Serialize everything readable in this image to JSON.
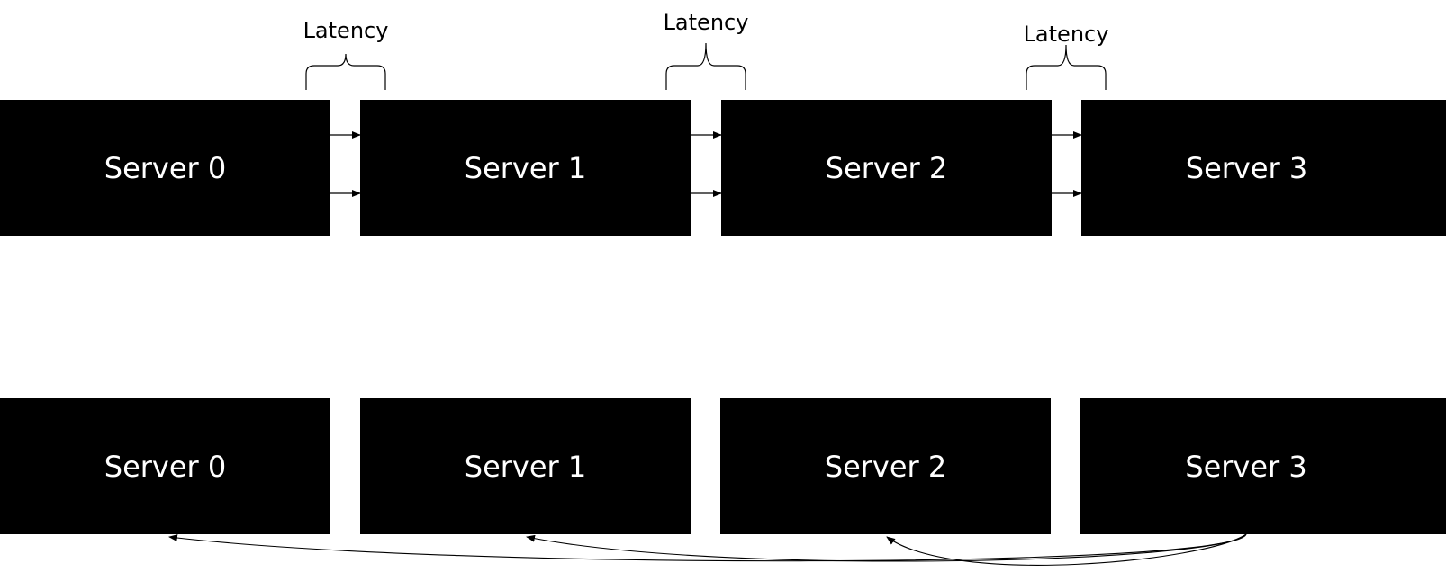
{
  "diagram": {
    "top_row": {
      "servers": [
        {
          "label": "Server 0"
        },
        {
          "label": "Server 1"
        },
        {
          "label": "Server 2"
        },
        {
          "label": "Server 3"
        }
      ],
      "latency_labels": [
        "Latency",
        "Latency",
        "Latency"
      ]
    },
    "bottom_row": {
      "servers": [
        {
          "label": "Server 0"
        },
        {
          "label": "Server 1"
        },
        {
          "label": "Server 2"
        },
        {
          "label": "Server 3"
        }
      ]
    },
    "colors": {
      "box": "#000000",
      "box_text": "#ffffff",
      "line": "#000000"
    }
  }
}
